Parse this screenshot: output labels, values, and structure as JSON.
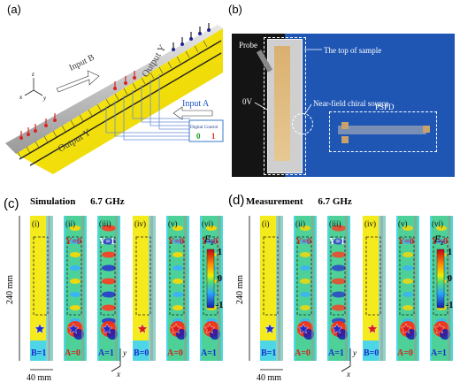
{
  "panel_a": {
    "label": "(a)",
    "input_b": "Input B",
    "input_a": "Input A",
    "output_y_top": "Output Y",
    "output_y_bottom": "Output Y",
    "digital_control": "Digital Control",
    "digit_0": "0",
    "digit_1": "1",
    "axis_x": "x",
    "axis_y": "y",
    "axis_z": "z"
  },
  "panel_b": {
    "label": "(b)",
    "probe": "Probe",
    "top_of_sample": "The top of sample",
    "zero_v": "0V",
    "near_field": "Near-field chiral source",
    "pspd": "PSPD"
  },
  "panel_c": {
    "label": "(c)",
    "title": "Simulation",
    "freq": "6.7 GHz",
    "subpanels": [
      {
        "id": "(i)",
        "top": "",
        "bottom": "B=1",
        "star": "blue"
      },
      {
        "id": "(ii)",
        "top": "Y=0",
        "bottom": "A=0",
        "star": "blue"
      },
      {
        "id": "(iii)",
        "top": "Y=1",
        "bottom": "A=1",
        "star": "blue"
      },
      {
        "id": "(iv)",
        "top": "",
        "bottom": "B=0",
        "star": "red"
      },
      {
        "id": "(v)",
        "top": "Y=0",
        "bottom": "A=0",
        "star": "red"
      },
      {
        "id": "(vi)",
        "top": "Y=0",
        "bottom": "A=1",
        "star": "red"
      }
    ],
    "height_label": "240 mm",
    "width_label": "40 mm",
    "colorbar_title": "E_z",
    "colorbar_ticks": [
      "1",
      "0",
      "-1"
    ],
    "axis_x": "x",
    "axis_y": "y"
  },
  "panel_d": {
    "label": "(d)",
    "title": "Measurement",
    "freq": "6.7 GHz",
    "subpanels": [
      {
        "id": "(i)",
        "top": "",
        "bottom": "B=1",
        "star": "blue"
      },
      {
        "id": "(ii)",
        "top": "Y=0",
        "bottom": "A=0",
        "star": "blue"
      },
      {
        "id": "(iii)",
        "top": "Y=1",
        "bottom": "A=1",
        "star": "blue"
      },
      {
        "id": "(iv)",
        "top": "",
        "bottom": "B=0",
        "star": "red"
      },
      {
        "id": "(v)",
        "top": "Y=0",
        "bottom": "A=0",
        "star": "red"
      },
      {
        "id": "(vi)",
        "top": "Y=0",
        "bottom": "A=1",
        "star": "red"
      }
    ],
    "height_label": "240 mm",
    "width_label": "40 mm",
    "colorbar_title": "E_z",
    "colorbar_ticks": [
      "1",
      "0",
      "-1"
    ],
    "axis_x": "x",
    "axis_y": "y"
  },
  "colors": {
    "label_red": "#d42020",
    "label_blue": "#1c2bd0",
    "yellow": "#f4ea1c",
    "cyan": "#4fd6e6"
  }
}
